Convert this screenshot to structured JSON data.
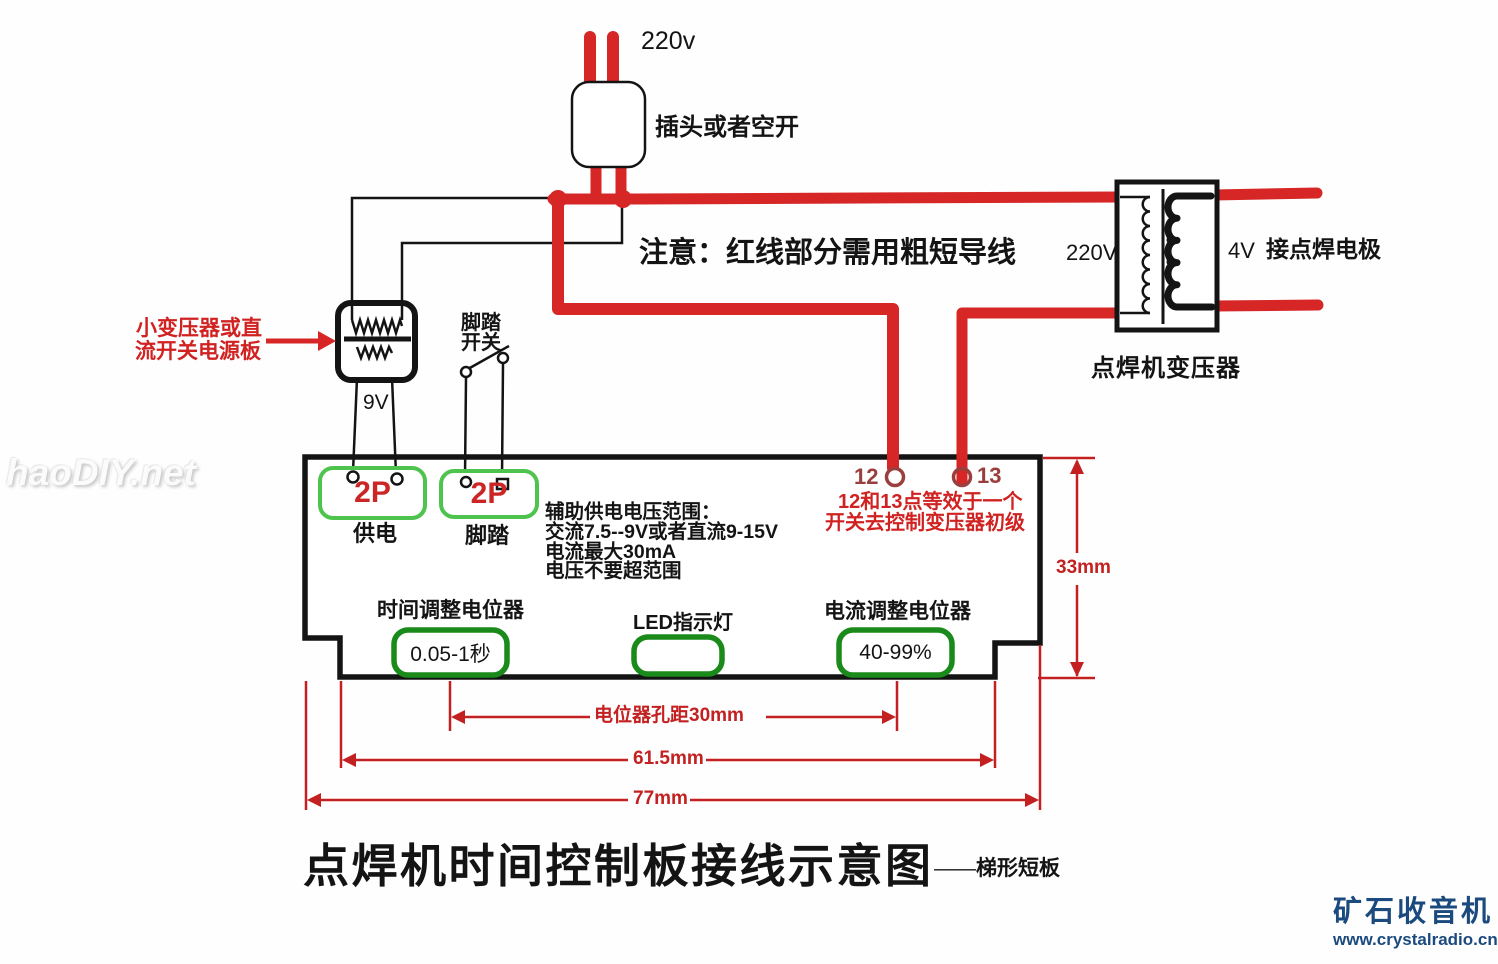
{
  "colors": {
    "wire_red": "#d62626",
    "dimension_red": "#c32121",
    "note_red": "#d12222",
    "terminal_maroon": "#9a3e3e",
    "connector_green_light": "#4ec44e",
    "pot_green_dark": "#1a8a1a",
    "logo_blue": "#1b4a7e",
    "wire_black": "#141414"
  },
  "power": {
    "voltage": "220v",
    "plug_label": "插头或者空开"
  },
  "warning": "注意：红线部分需用粗短导线",
  "welder_transformer": {
    "primary": "220V",
    "secondary": "4V",
    "electrode": "接点焊电极",
    "name": "点焊机变压器"
  },
  "small_psu": {
    "note_line1": "小变压器或直",
    "note_line2": "流开关电源板",
    "output": "9V"
  },
  "foot_switch": {
    "line1": "脚踏",
    "line2": "开关"
  },
  "board": {
    "connector_power": {
      "label": "2P",
      "caption": "供电"
    },
    "connector_pedal": {
      "label": "2P",
      "caption": "脚踏"
    },
    "aux_note": {
      "line1": "辅助供电电压范围：",
      "line2": "交流7.5--9V或者直流9-15V",
      "line3": "电流最大30mA",
      "line4": "电压不要超范围"
    },
    "terminal_12": "12",
    "terminal_13": "13",
    "terminal_note": {
      "line1": "12和13点等效于一个",
      "line2": "开关去控制变压器初级"
    },
    "time_pot": {
      "label": "时间调整电位器",
      "value": "0.05-1秒"
    },
    "led": {
      "label": "LED指示灯"
    },
    "current_pot": {
      "label": "电流调整电位器",
      "value": "40-99%"
    }
  },
  "dimensions": {
    "height": "33mm",
    "pot_spacing": "电位器孔距30mm",
    "inner_width": "61.5mm",
    "outer_width": "77mm"
  },
  "title": {
    "text": "点焊机时间控制板接线示意图",
    "dash": "——",
    "suffix": "梯形短板"
  },
  "watermark": "haoDIY.net",
  "logo": {
    "name": "矿石收音机",
    "url": "www.crystalradio.cn"
  }
}
